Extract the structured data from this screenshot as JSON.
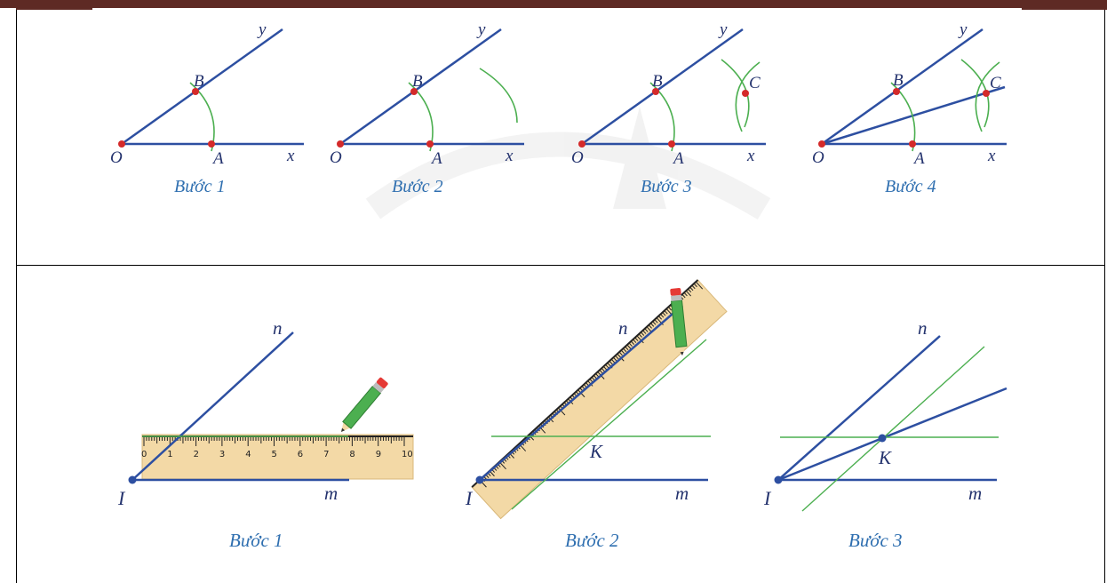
{
  "top_row": {
    "panels": [
      {
        "step": "Bước 1",
        "O": "O",
        "A": "A",
        "B": "B",
        "x": "x",
        "y": "y"
      },
      {
        "step": "Bước 2",
        "O": "O",
        "A": "A",
        "B": "B",
        "x": "x",
        "y": "y"
      },
      {
        "step": "Bước 3",
        "O": "O",
        "A": "A",
        "B": "B",
        "C": "C",
        "x": "x",
        "y": "y"
      },
      {
        "step": "Bước 4",
        "O": "O",
        "A": "A",
        "B": "B",
        "C": "C",
        "x": "x",
        "y": "y"
      }
    ]
  },
  "bottom_row": {
    "panels": [
      {
        "step": "Bước 1",
        "I": "I",
        "m": "m",
        "n": "n"
      },
      {
        "step": "Bước 2",
        "I": "I",
        "m": "m",
        "n": "n",
        "K": "K"
      },
      {
        "step": "Bước 3",
        "I": "I",
        "m": "m",
        "n": "n",
        "K": "K"
      }
    ],
    "ruler_ticks": [
      "0",
      "1",
      "2",
      "3",
      "4",
      "5",
      "6",
      "7",
      "8",
      "9",
      "10"
    ]
  },
  "colors": {
    "line": "#2d4fa1",
    "arc": "#4caf50",
    "point": "#d42a2a",
    "ruler": "#f3d9a6",
    "step_text": "#2f6fb0"
  }
}
